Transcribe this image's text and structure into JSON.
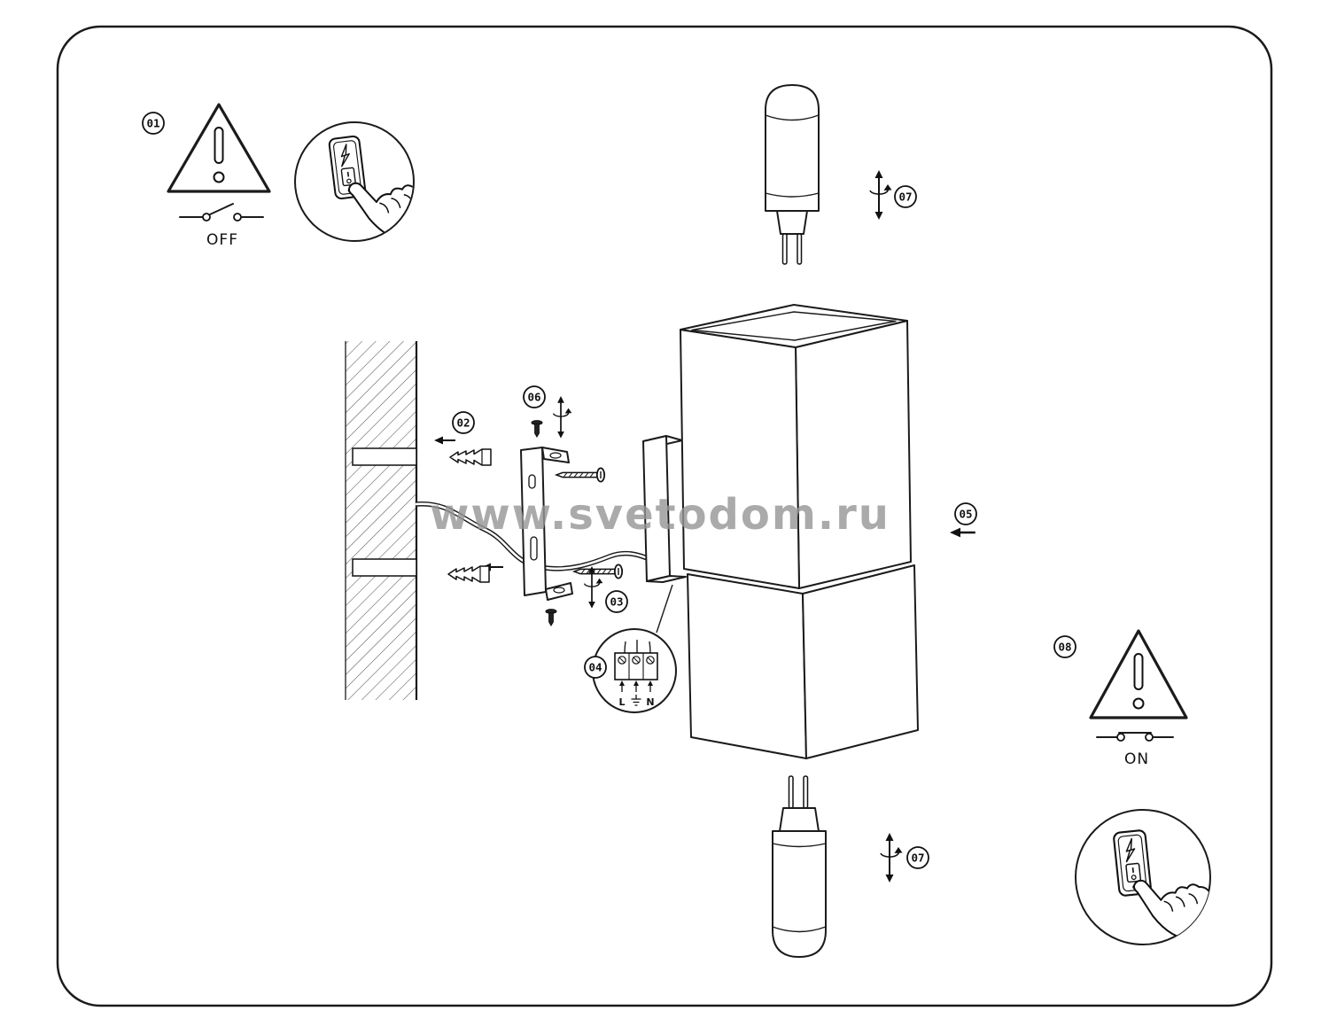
{
  "diagram": {
    "watermark": "www.svetodom.ru",
    "badges": {
      "b01": "01",
      "b02": "02",
      "b03": "03",
      "b04": "04",
      "b05": "05",
      "b06": "06",
      "b07a": "07",
      "b07b": "07",
      "b08": "08"
    },
    "switch": {
      "off": "OFF",
      "on": "ON"
    },
    "terminal": {
      "line": "L",
      "neutral": "N"
    }
  }
}
